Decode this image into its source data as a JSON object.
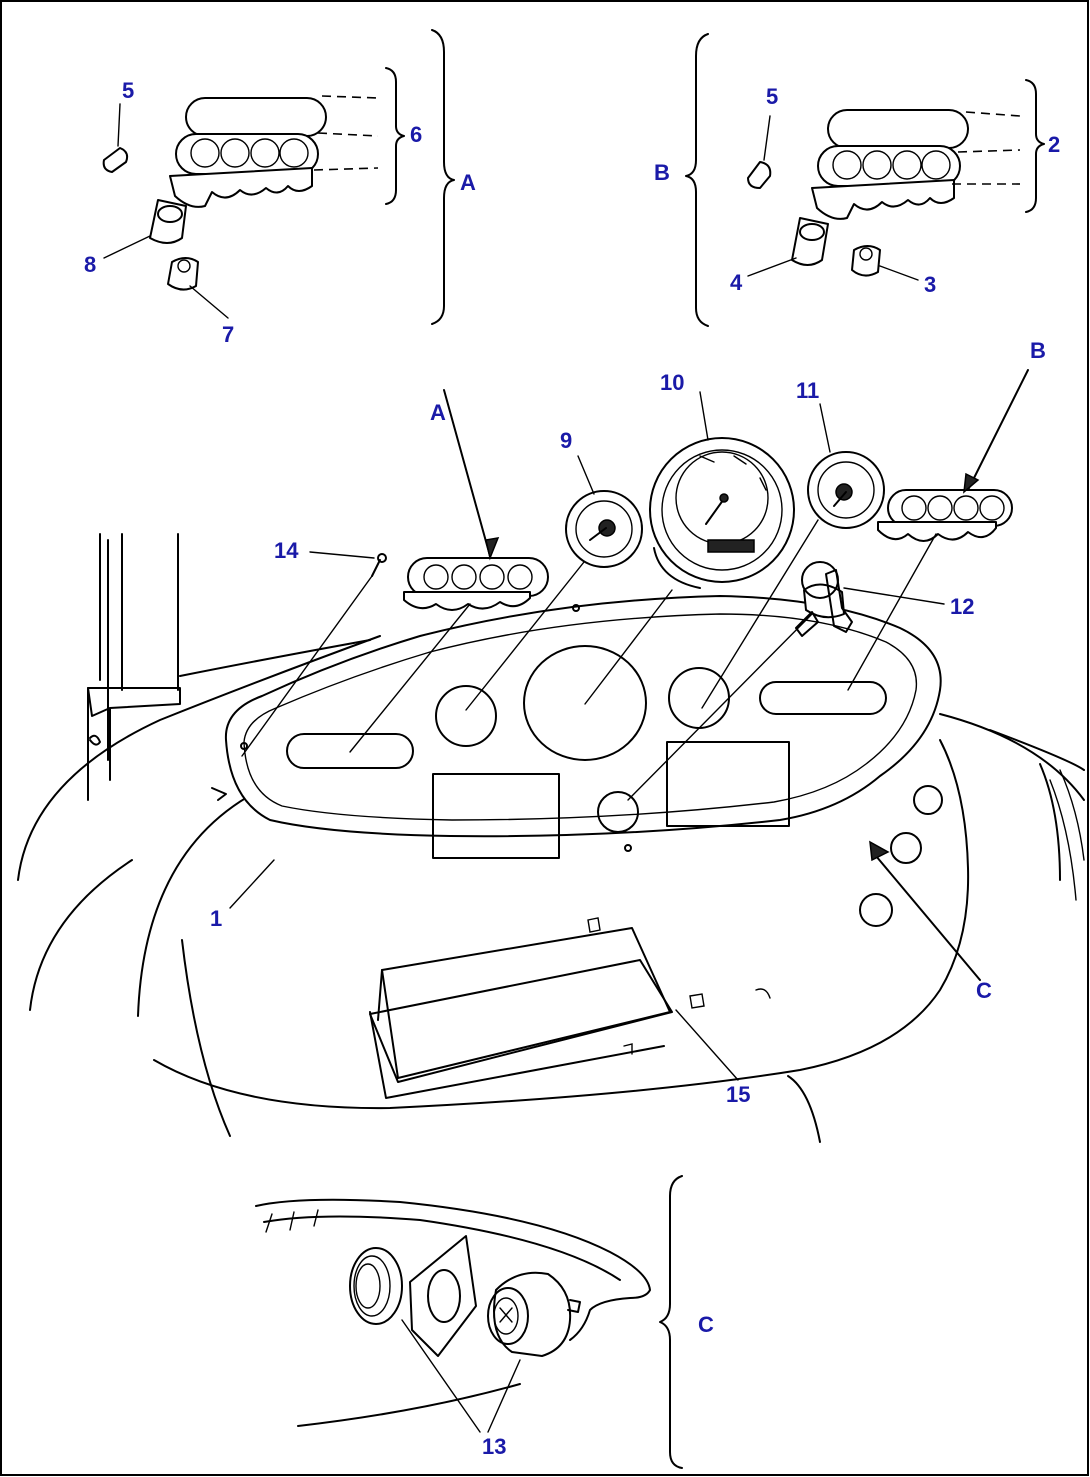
{
  "labels": {
    "n1": "1",
    "n2": "2",
    "n3": "3",
    "n4": "4",
    "n5a": "5",
    "n5b": "5",
    "n6": "6",
    "n7": "7",
    "n8": "8",
    "n9": "9",
    "n10": "10",
    "n11": "11",
    "n12": "12",
    "n13": "13",
    "n14": "14",
    "n15": "15"
  },
  "views": {
    "A_detail": "A",
    "B_detail": "B",
    "A_arrow": "A",
    "B_arrow": "B",
    "C_arrow": "C",
    "C_detail": "C"
  },
  "colors": {
    "label": "#1a1aa8",
    "line": "#000000",
    "background": "#ffffff"
  }
}
